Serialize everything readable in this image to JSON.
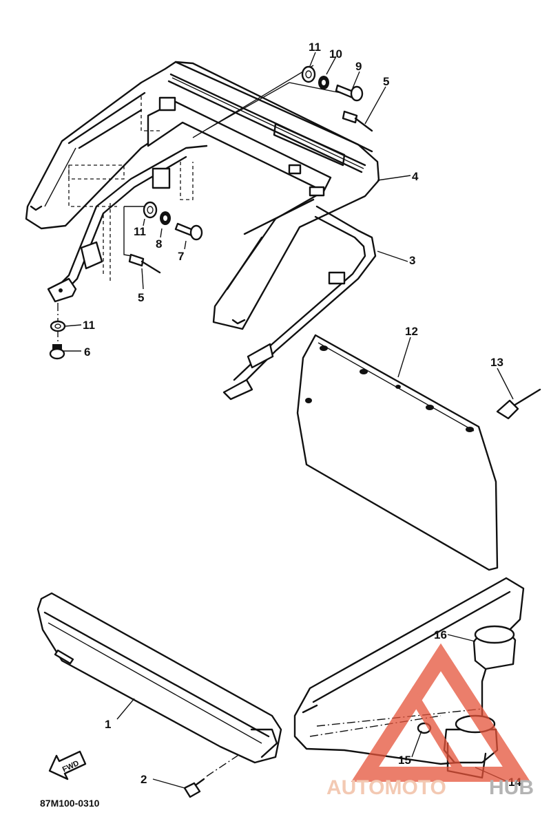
{
  "diagram_code": "87M100-0310",
  "forward_label": "FWD",
  "callouts": [
    {
      "id": "c1",
      "text": "1"
    },
    {
      "id": "c2",
      "text": "2"
    },
    {
      "id": "c3",
      "text": "3"
    },
    {
      "id": "c4",
      "text": "4"
    },
    {
      "id": "c5a",
      "text": "5"
    },
    {
      "id": "c5b",
      "text": "5"
    },
    {
      "id": "c6",
      "text": "6"
    },
    {
      "id": "c7",
      "text": "7"
    },
    {
      "id": "c8",
      "text": "8"
    },
    {
      "id": "c9",
      "text": "9"
    },
    {
      "id": "c10",
      "text": "10"
    },
    {
      "id": "c11a",
      "text": "11"
    },
    {
      "id": "c11b",
      "text": "11"
    },
    {
      "id": "c11c",
      "text": "11"
    },
    {
      "id": "c12",
      "text": "12"
    },
    {
      "id": "c13",
      "text": "13"
    },
    {
      "id": "c14",
      "text": "14"
    },
    {
      "id": "c15",
      "text": "15"
    },
    {
      "id": "c16",
      "text": "16"
    }
  ],
  "watermark": {
    "part1": "AUTOMOTO",
    "part2": "HUB",
    "color": "#e5533a"
  }
}
